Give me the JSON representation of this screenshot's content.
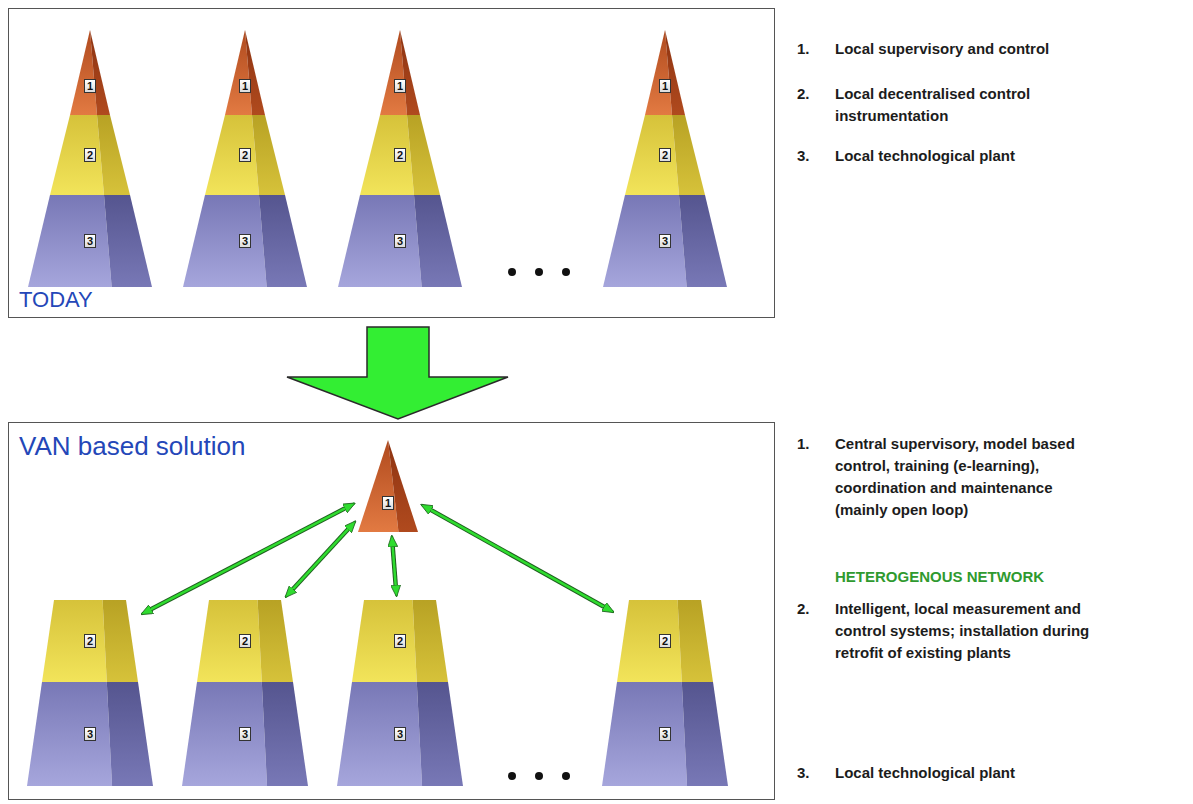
{
  "diagram": {
    "nodes": [
      {
        "text": [
          "TODAY"
        ]
      },
      {
        "text": [
          "1"
        ],
        "in": 0
      },
      {
        "text": [
          "2"
        ],
        "in": 0
      },
      {
        "text": [
          "3"
        ],
        "in": 0
      },
      {
        "text": [
          "1"
        ],
        "in": 0
      },
      {
        "text": [
          "2"
        ],
        "in": 0
      },
      {
        "text": [
          "3"
        ],
        "in": 0
      },
      {
        "text": [
          "1"
        ],
        "in": 0
      },
      {
        "text": [
          "2"
        ],
        "in": 0
      },
      {
        "text": [
          "3"
        ],
        "in": 0
      },
      {
        "text": [
          "1"
        ],
        "in": 0
      },
      {
        "text": [
          "2"
        ],
        "in": 0
      },
      {
        "text": [
          "3"
        ],
        "in": 0
      },
      {
        "text": [
          "VAN based solution"
        ]
      },
      {
        "text": [
          "1"
        ],
        "in": 13
      },
      {
        "text": [
          "2"
        ],
        "in": 13
      },
      {
        "text": [
          "3"
        ],
        "in": 13
      },
      {
        "text": [
          "2"
        ],
        "in": 13
      },
      {
        "text": [
          "3"
        ],
        "in": 13
      },
      {
        "text": [
          "2"
        ],
        "in": 13
      },
      {
        "text": [
          "3"
        ],
        "in": 13
      },
      {
        "text": [
          "2"
        ],
        "in": 13
      },
      {
        "text": [
          "3"
        ],
        "in": 13
      }
    ],
    "edges": [
      {
        "from": 14,
        "to": 15,
        "arrow": "both"
      },
      {
        "from": 14,
        "to": 17,
        "arrow": "both"
      },
      {
        "from": 14,
        "to": 19,
        "arrow": "both"
      },
      {
        "from": 14,
        "to": 21,
        "arrow": "both"
      }
    ],
    "labels": [
      "1.",
      "Local supervisory and control",
      "2.",
      "Local decentralised control instrumentation",
      "3.",
      "Local technological plant",
      "1.",
      "Central supervisory, model based control, training (e-learning), coordination and maintenance (mainly open loop)",
      "HETEROGENOUS NETWORK",
      "2.",
      "Intelligent, local measurement and control systems; installation during retrofit of existing plants",
      "3.",
      "Local technological plant"
    ]
  }
}
